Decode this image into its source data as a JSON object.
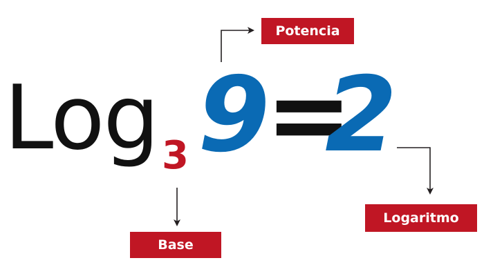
{
  "formula": {
    "log_word": "Log",
    "base": "3",
    "power": "9",
    "equals": "=",
    "logarithm": "2"
  },
  "labels": {
    "potencia": "Potencia",
    "logaritmo": "Logaritmo",
    "base": "Base"
  },
  "colors": {
    "text_dark": "#111111",
    "accent_red": "#c01624",
    "number_blue": "#0a6ab4",
    "label_bg": "#c01624",
    "arrow": "#231f20"
  }
}
